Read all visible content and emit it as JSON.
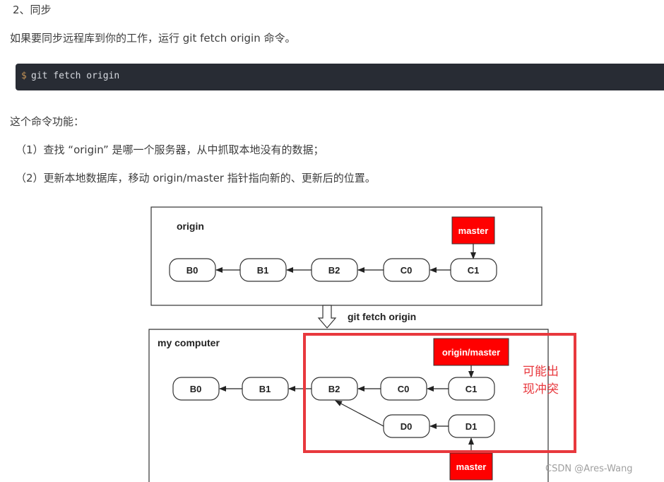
{
  "heading": "2、同步",
  "intro": "如果要同步远程库到你的工作，运行 git fetch origin 命令。",
  "code": {
    "prompt": "$",
    "command": "git fetch origin"
  },
  "functions_title": "这个命令功能：",
  "functions": [
    "（1）查找 “origin” 是哪一个服务器，从中抓取本地没有的数据；",
    "（2）更新本地数据库，移动 origin/master 指针指向新的、更新后的位置。"
  ],
  "diagram": {
    "origin_label": "origin",
    "origin_commits": [
      "B0",
      "B1",
      "B2",
      "C0",
      "C1"
    ],
    "origin_master": "master",
    "fetch_label": "git fetch origin",
    "local_label": "my computer",
    "local_commits": [
      "B0",
      "B1",
      "B2",
      "C0",
      "C1"
    ],
    "local_branch_commits": [
      "D0",
      "D1"
    ],
    "origin_master_ref": "origin/master",
    "local_master": "master",
    "conflict_note_line1": "可能出",
    "conflict_note_line2": "现冲突",
    "ref_color": "#ff0000",
    "highlight_color": "#e8383d"
  },
  "watermark": "CSDN @Ares-Wang"
}
